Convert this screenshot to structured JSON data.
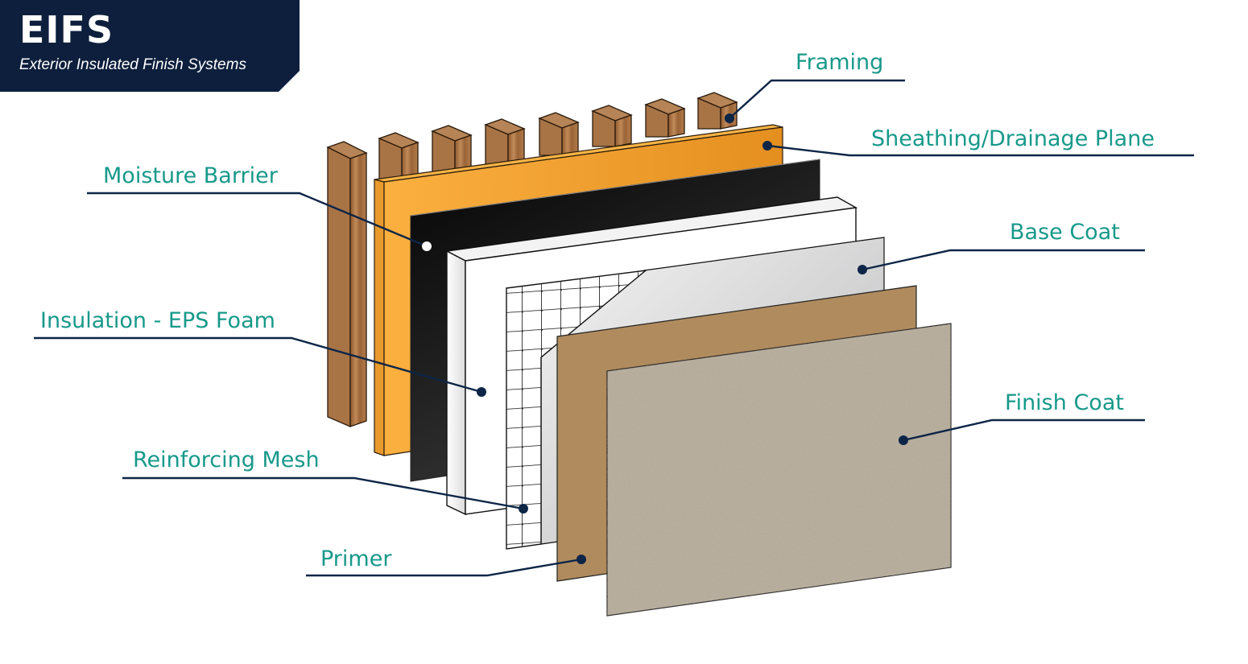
{
  "header": {
    "title": "EIFS",
    "subtitle": "Exterior Insulated Finish Systems",
    "background_color": "#0d1f3c"
  },
  "colors": {
    "label_text": "#17998a",
    "leader_line": "#0d2547",
    "framing_wood": "#a87b4f",
    "sheathing": "#f6a533",
    "moisture_barrier": "#1a1a1a",
    "insulation": "#ffffff",
    "base_coat": "#d8d8da",
    "primer": "#b08b5e",
    "finish_coat": "#a89e8e"
  },
  "layers": [
    {
      "id": "framing",
      "label": "Framing",
      "side": "right"
    },
    {
      "id": "sheathing",
      "label": "Sheathing/Drainage Plane",
      "side": "right"
    },
    {
      "id": "moisture-barrier",
      "label": "Moisture Barrier",
      "side": "left"
    },
    {
      "id": "base-coat",
      "label": "Base Coat",
      "side": "right"
    },
    {
      "id": "insulation",
      "label": "Insulation - EPS Foam",
      "side": "left"
    },
    {
      "id": "finish-coat",
      "label": "Finish Coat",
      "side": "right"
    },
    {
      "id": "reinforcing-mesh",
      "label": "Reinforcing Mesh",
      "side": "left"
    },
    {
      "id": "primer",
      "label": "Primer",
      "side": "left"
    }
  ]
}
